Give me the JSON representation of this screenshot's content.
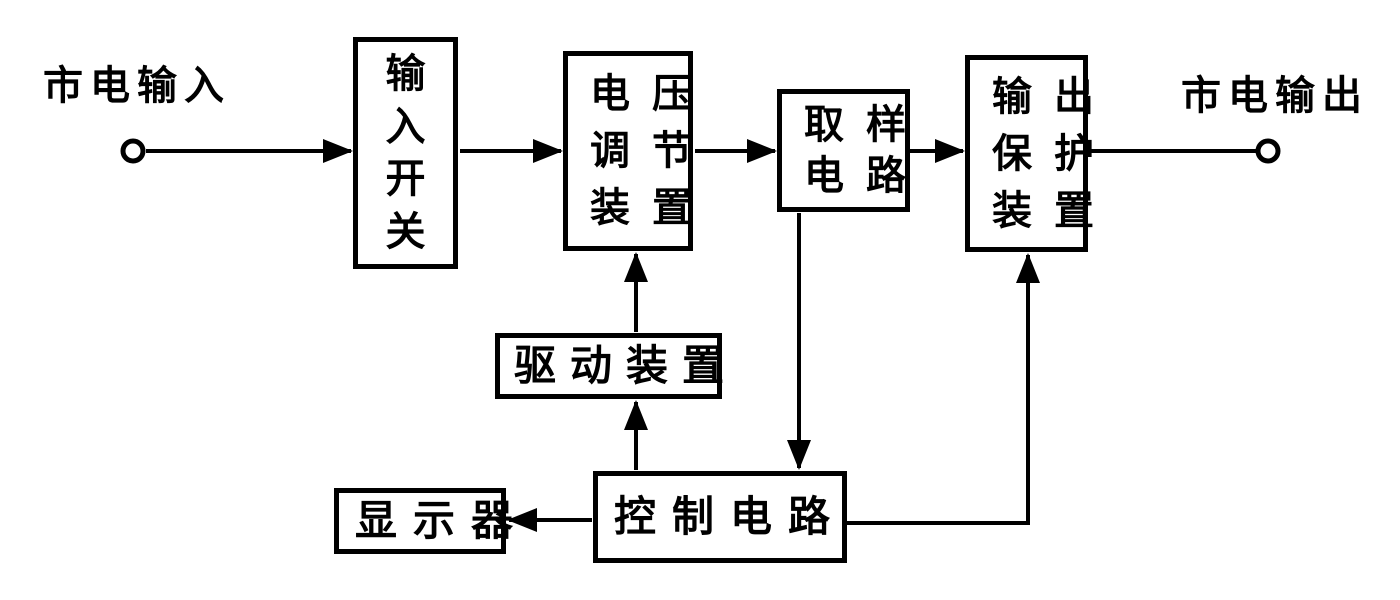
{
  "diagram": {
    "background": "#ffffff",
    "line_color": "#000000",
    "kind": "block-diagram"
  },
  "terminals": {
    "input_label": "市电输入",
    "output_label": "市电输出"
  },
  "blocks": {
    "input_switch": {
      "label": "输入开关",
      "chars": [
        "输",
        "入",
        "开",
        "关"
      ]
    },
    "voltage_regulator": {
      "label": "电压调节装置",
      "rows": [
        "电压",
        "调节",
        "装置"
      ]
    },
    "sampling_circuit": {
      "label": "取样电路",
      "rows": [
        "取样",
        "电路"
      ]
    },
    "output_protection": {
      "label": "输出保护装置",
      "rows": [
        "输出",
        "保护",
        "装置"
      ]
    },
    "drive_device": {
      "label": "驱动装置"
    },
    "display": {
      "label": "显示器"
    },
    "control_circuit": {
      "label": "控制电路"
    }
  },
  "connections": [
    {
      "from": "mains-input-terminal",
      "to": "input-switch",
      "arrow": true
    },
    {
      "from": "input-switch",
      "to": "voltage-regulator",
      "arrow": true
    },
    {
      "from": "voltage-regulator",
      "to": "sampling-circuit",
      "arrow": true
    },
    {
      "from": "sampling-circuit",
      "to": "output-protection",
      "arrow": true
    },
    {
      "from": "output-protection",
      "to": "mains-output-terminal",
      "arrow": false
    },
    {
      "from": "drive-device",
      "to": "voltage-regulator",
      "arrow": true
    },
    {
      "from": "control-circuit",
      "to": "drive-device",
      "arrow": true
    },
    {
      "from": "sampling-circuit",
      "to": "control-circuit",
      "arrow": true
    },
    {
      "from": "control-circuit",
      "to": "display",
      "arrow": true
    },
    {
      "from": "control-circuit",
      "to": "output-protection",
      "arrow": true
    }
  ]
}
